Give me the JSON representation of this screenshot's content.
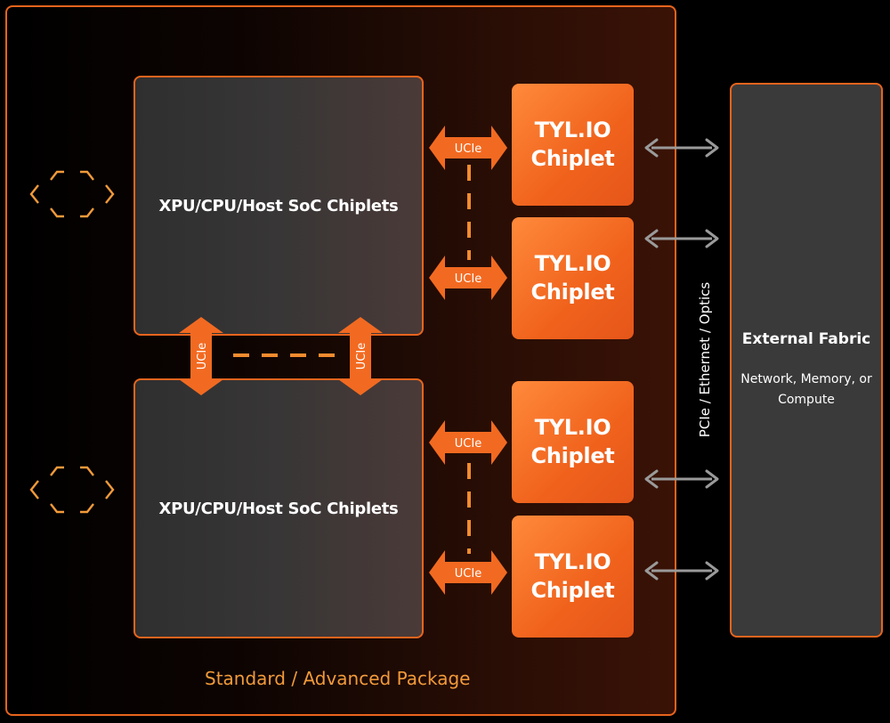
{
  "package": {
    "label": "Standard / Advanced Package"
  },
  "soc": [
    {
      "label": "XPU/CPU/Host SoC Chiplets"
    },
    {
      "label": "XPU/CPU/Host SoC Chiplets"
    }
  ],
  "chiplets": [
    {
      "line1": "TYL.IO",
      "line2": "Chiplet"
    },
    {
      "line1": "TYL.IO",
      "line2": "Chiplet"
    },
    {
      "line1": "TYL.IO",
      "line2": "Chiplet"
    },
    {
      "line1": "TYL.IO",
      "line2": "Chiplet"
    }
  ],
  "link_label": "UCIe",
  "interface_label": "PCIe / Ethernet / Optics",
  "fabric": {
    "title": "External Fabric",
    "subtitle": "Network, Memory, or Compute"
  },
  "colors": {
    "accent": "#e8641d",
    "chiplet": "#f26a21",
    "package_label": "#f29a3a",
    "arrow_gray": "#9a9a9a"
  },
  "icons": [
    "expand-arrows-icon",
    "expand-arrows-icon"
  ]
}
